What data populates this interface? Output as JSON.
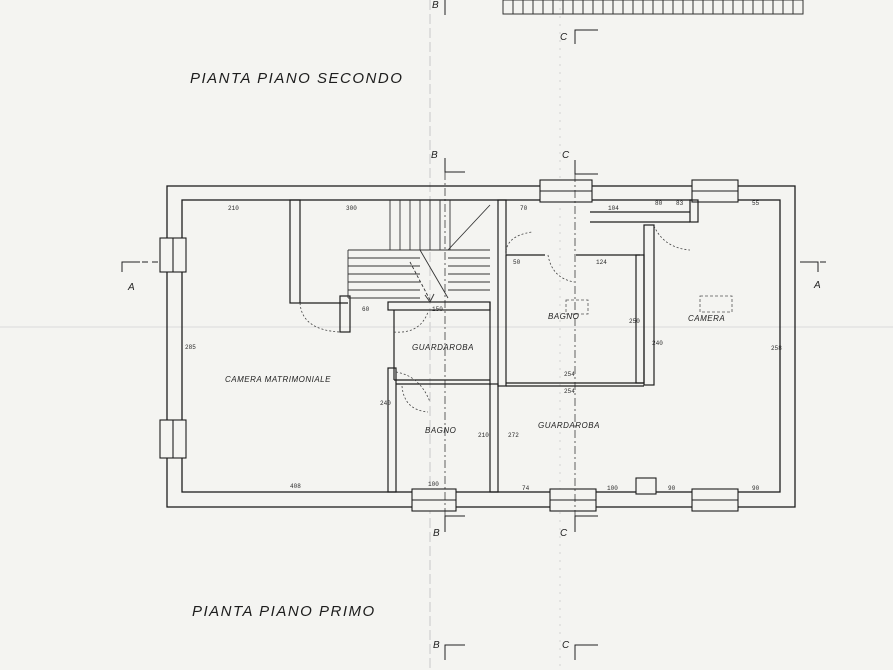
{
  "titles": {
    "upper": "PIANTA PIANO SECONDO",
    "lower": "PIANTA PIANO PRIMO"
  },
  "rooms": {
    "master": "CAMERA MATRIMONIALE",
    "bath_left": "BAGNO",
    "wardrobe_small": "GUARDAROBA",
    "bath_right": "BAGNO",
    "wardrobe_right": "GUARDAROBA",
    "bedroom": "CAMERA"
  },
  "section_marks": {
    "a": "A",
    "b": "B",
    "c": "C"
  },
  "dimensions": {
    "d210": "210",
    "d300": "300",
    "d70": "70",
    "d104": "104",
    "d80a": "80",
    "d83": "83",
    "d55": "55",
    "d50": "50",
    "d124": "124",
    "d285": "285",
    "d240": "240",
    "d250": "250",
    "d258": "258",
    "d254a": "254",
    "d254b": "254",
    "d272": "272",
    "d408": "408",
    "d100a": "100",
    "d100b": "100",
    "d74": "74",
    "d90a": "90",
    "d90b": "90",
    "d240b": "240",
    "d210b": "210",
    "d60": "60",
    "d150": "150"
  }
}
